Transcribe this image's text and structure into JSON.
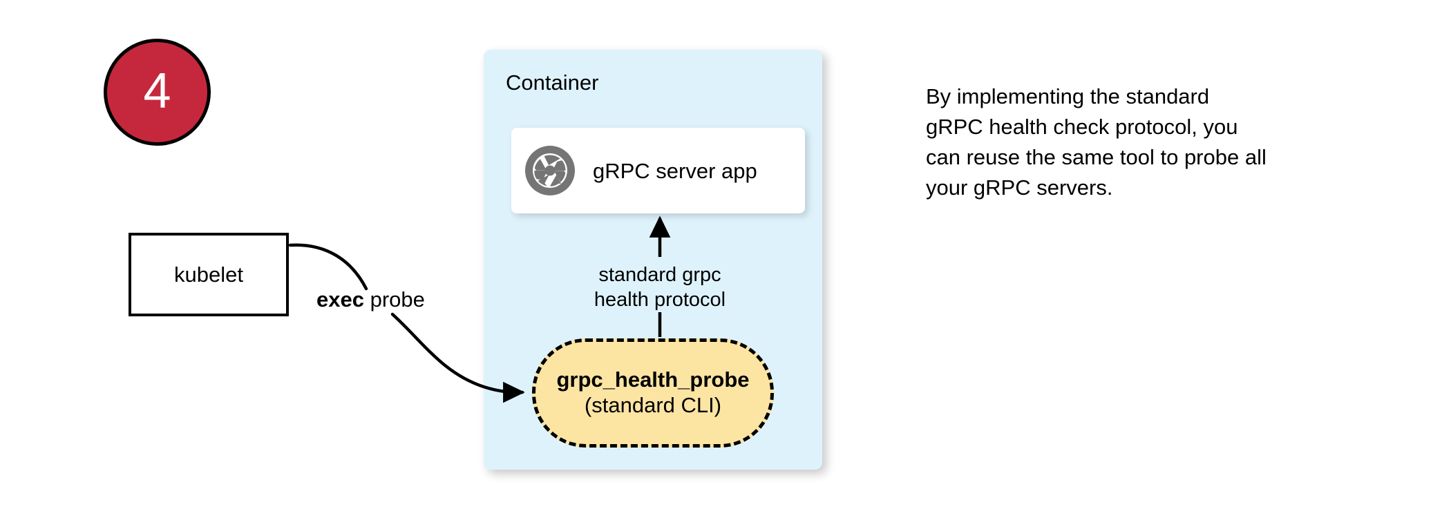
{
  "step": {
    "number": "4"
  },
  "kubelet": {
    "label": "kubelet"
  },
  "edges": {
    "exec_probe": {
      "keyword": "exec",
      "rest": " probe"
    },
    "protocol": {
      "line1": "standard grpc",
      "line2": "health protocol"
    }
  },
  "container": {
    "title": "Container",
    "server_card": {
      "icon": "aperture-icon",
      "label": "gRPC server app"
    },
    "probe": {
      "name": "grpc_health_probe",
      "subtitle": "(standard CLI)"
    }
  },
  "description": {
    "line1": "By implementing the standard",
    "line2": "gRPC health check protocol, you",
    "line3": "can reuse the same tool to probe all",
    "line4": "your gRPC servers."
  },
  "colors": {
    "badge_red": "#C5283D",
    "container_blue": "#DEF2FC",
    "probe_yellow": "#FCE4A3",
    "icon_gray": "#757575",
    "stroke_black": "#000000",
    "card_white": "#FFFFFF"
  }
}
